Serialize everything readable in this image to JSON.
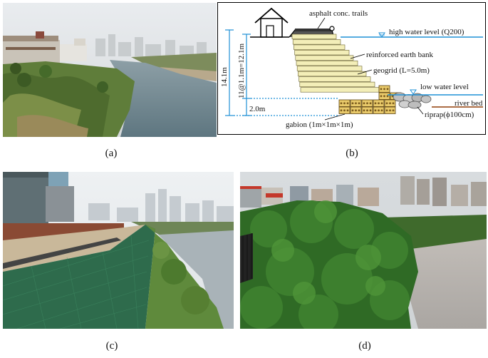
{
  "figure": {
    "panels": [
      {
        "id": "a",
        "caption": "(a)"
      },
      {
        "id": "b",
        "caption": "(b)"
      },
      {
        "id": "c",
        "caption": "(c)"
      },
      {
        "id": "d",
        "caption": "(d)"
      }
    ]
  },
  "diagram": {
    "labels": {
      "trails": "asphalt conc. trails",
      "high_water": "high water level (Q200)",
      "bank": "reinforced earth bank",
      "geogrid": "geogrid (L=5.0m)",
      "low_water": "low water level",
      "river_bed": "river bed",
      "riprap": "riprap(ϕ100cm)",
      "gabion": "gabion (1m×1m×1m)"
    },
    "dimensions": {
      "total": "14.1m",
      "layers": "11@1.1m=12.1m",
      "base": "2.0m"
    },
    "colors": {
      "water_line": "#1e90d6",
      "dimension_line": "#1e90d6",
      "bank_fill": "#f3eeb8",
      "gabion_fill": "#e8c96a"
    }
  }
}
